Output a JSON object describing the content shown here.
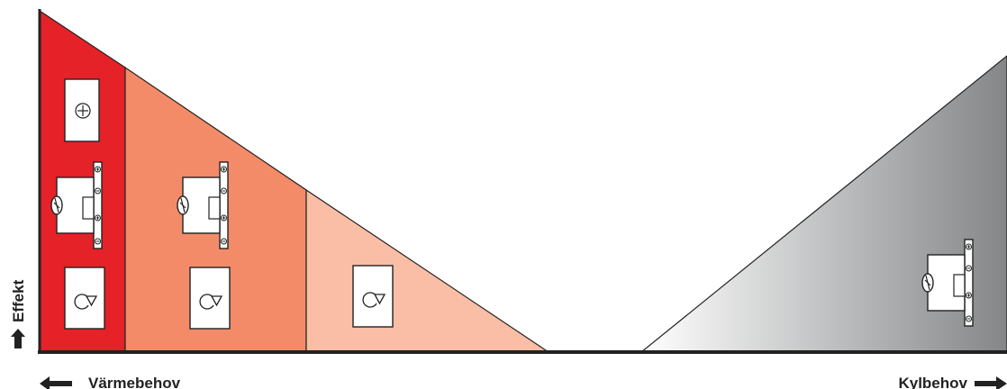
{
  "labels": {
    "y_axis": "Effekt",
    "left_axis": "Värmebehov",
    "right_axis": "Kylbehov"
  },
  "colors": {
    "zone_1": "#e42228",
    "zone_2": "#f38b69",
    "zone_3": "#f9bea5",
    "cooling_light": "#ffffff",
    "cooling_dark": "#848688",
    "outline": "#222222"
  },
  "zones": [
    {
      "id": "heating-zone-1",
      "devices": [
        "electric-heater-icon",
        "heat-pump-icon",
        "boiler-icon"
      ]
    },
    {
      "id": "heating-zone-2",
      "devices": [
        "heat-pump-icon",
        "boiler-icon"
      ]
    },
    {
      "id": "heating-zone-3",
      "devices": [
        "boiler-icon"
      ]
    },
    {
      "id": "cooling-zone",
      "devices": [
        "heat-pump-icon"
      ]
    }
  ]
}
